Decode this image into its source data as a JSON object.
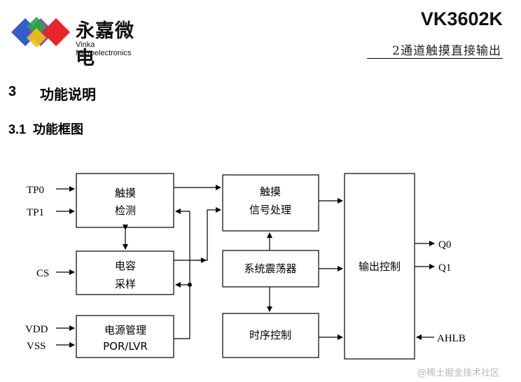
{
  "header": {
    "brand_cn": "永嘉微电",
    "brand_en": "Vinka Microelectronics",
    "part_number": "VK3602K",
    "subtitle": "2通道触摸直接输出",
    "logo_colors": [
      "#2f5fc9",
      "#e6262a",
      "#2aa54a",
      "#f1c40f",
      "#8b3aa8"
    ]
  },
  "section": {
    "number": "3",
    "title": "功能说明"
  },
  "subsection": {
    "number": "3.1",
    "title": "功能框图"
  },
  "diagram": {
    "blocks": {
      "touch_detect": [
        "触摸",
        "检测"
      ],
      "cap_sample": [
        "电容",
        "采样"
      ],
      "power_mgmt": [
        "电源管理",
        "POR/LVR"
      ],
      "signal_proc": [
        "触摸",
        "信号处理"
      ],
      "oscillator": "系统震荡器",
      "timing": "时序控制",
      "output_ctrl": "输出控制"
    },
    "pins": {
      "tp0": "TP0",
      "tp1": "TP1",
      "cs": "CS",
      "vdd": "VDD",
      "vss": "VSS",
      "q0": "Q0",
      "q1": "Q1",
      "ahlb": "AHLB"
    }
  },
  "watermark": "@稀土掘金技术社区"
}
